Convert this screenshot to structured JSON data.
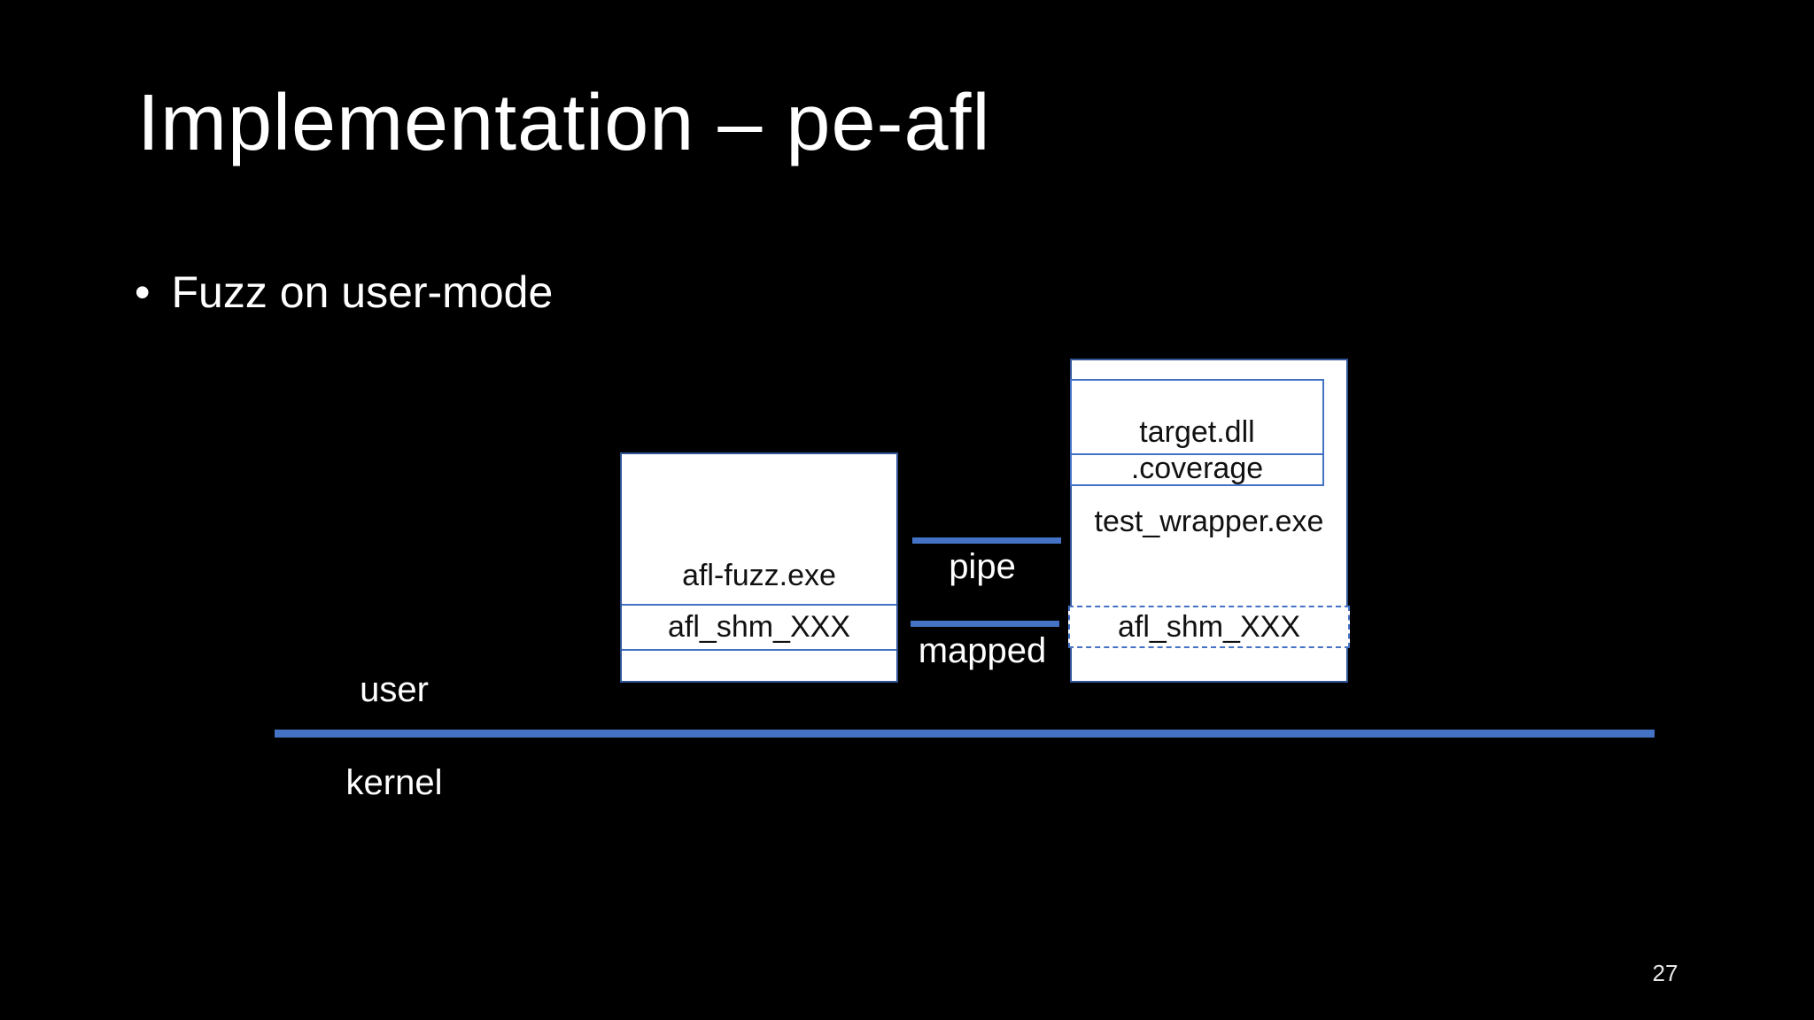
{
  "slide": {
    "title": "Implementation – pe-afl",
    "bullet_marker": "•",
    "bullet": "Fuzz on user-mode",
    "page_number": "27"
  },
  "diagram": {
    "left_box": {
      "process": "afl-fuzz.exe",
      "shared_memory": "afl_shm_XXX"
    },
    "right_box": {
      "module": "target.dll",
      "coverage_section": ".coverage",
      "process": "test_wrapper.exe",
      "shared_memory": "afl_shm_XXX"
    },
    "connectors": {
      "pipe": "pipe",
      "mapped": "mapped"
    },
    "boundary": {
      "user": "user",
      "kernel": "kernel"
    }
  },
  "colors": {
    "background": "#000000",
    "text": "#FFFFFF",
    "accent_blue": "#4472C4",
    "box_border_dark_blue": "#2F5597",
    "box_fill": "#FFFFFF",
    "box_text": "#111111",
    "page_number_gray": "#E8E8E8"
  }
}
